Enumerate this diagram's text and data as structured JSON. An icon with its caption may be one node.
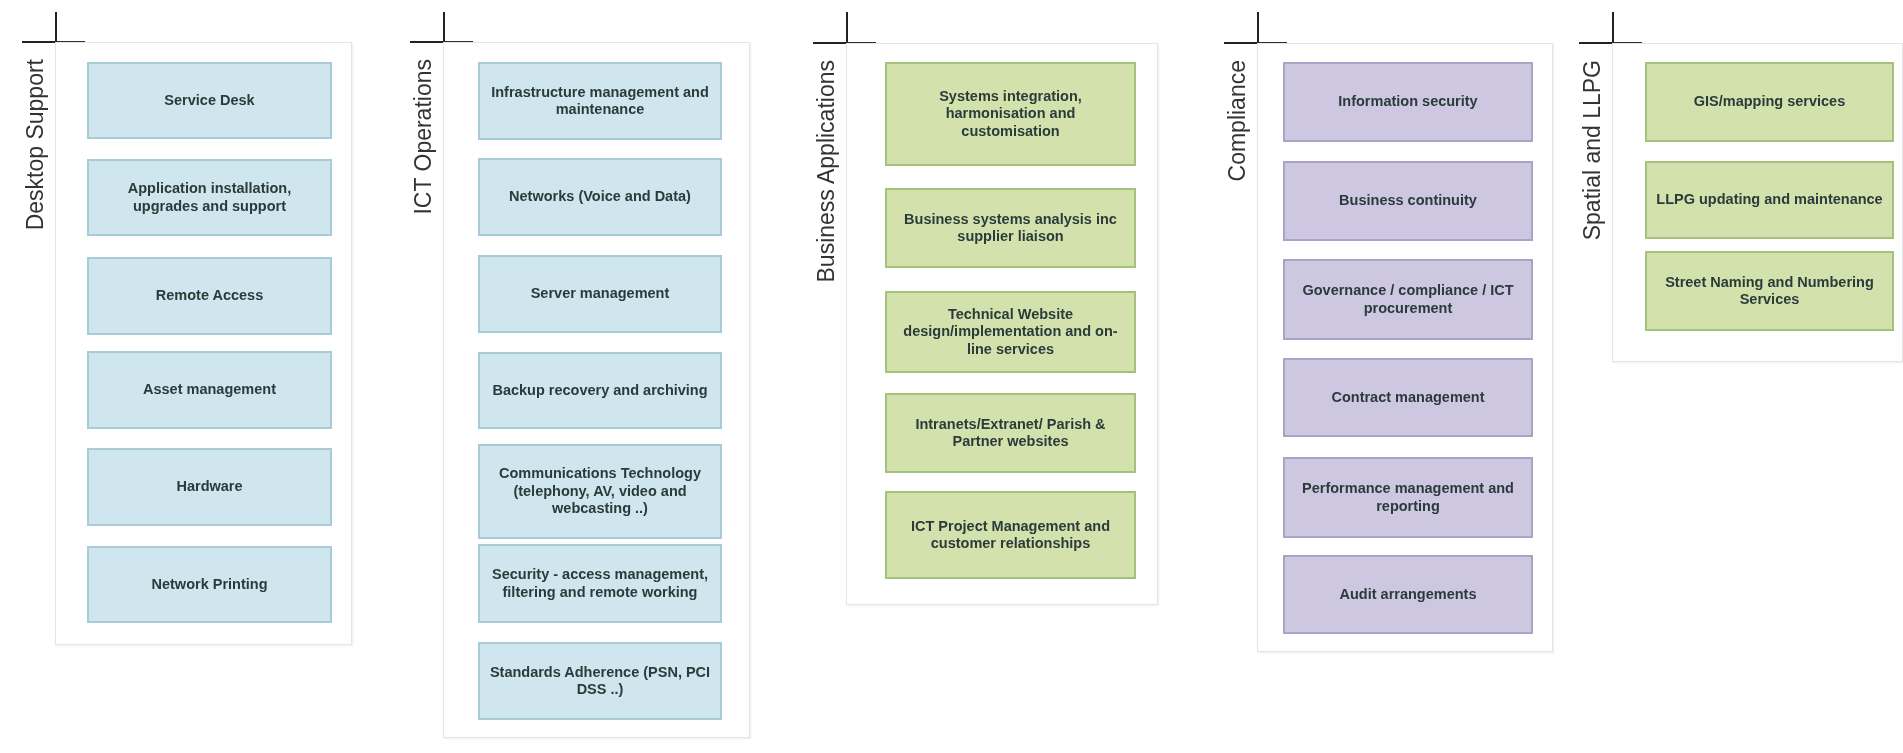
{
  "diagram": {
    "nodes": [
      {
        "text": [
          "Desktop Support"
        ]
      },
      {
        "text": [
          "Service Desk"
        ],
        "in": 0
      },
      {
        "text": [
          "Application installation, upgrades and support"
        ],
        "in": 0
      },
      {
        "text": [
          "Remote Access"
        ],
        "in": 0
      },
      {
        "text": [
          "Asset management"
        ],
        "in": 0
      },
      {
        "text": [
          "Hardware"
        ],
        "in": 0
      },
      {
        "text": [
          "Network Printing"
        ],
        "in": 0
      },
      {
        "text": [
          "ICT Operations"
        ]
      },
      {
        "text": [
          "Infrastructure management and maintenance"
        ],
        "in": 7
      },
      {
        "text": [
          "Networks (Voice and Data)"
        ],
        "in": 7
      },
      {
        "text": [
          "Server management"
        ],
        "in": 7
      },
      {
        "text": [
          "Backup recovery and archiving"
        ],
        "in": 7
      },
      {
        "text": [
          "Communications Technology (telephony, AV, video and webcasting ..)"
        ],
        "in": 7
      },
      {
        "text": [
          "Security - access management, filtering and remote working"
        ],
        "in": 7
      },
      {
        "text": [
          "Standards Adherence (PSN, PCI DSS ..)"
        ],
        "in": 7
      },
      {
        "text": [
          "Business Applications"
        ]
      },
      {
        "text": [
          "Systems integration, harmonisation and customisation"
        ],
        "in": 15
      },
      {
        "text": [
          "Business systems analysis inc supplier liaison"
        ],
        "in": 15
      },
      {
        "text": [
          "Technical Website design/implementation and on-line services"
        ],
        "in": 15
      },
      {
        "text": [
          "Intranets/Extranet/ Parish & Partner websites"
        ],
        "in": 15
      },
      {
        "text": [
          "ICT Project Management and customer relationships"
        ],
        "in": 15
      },
      {
        "text": [
          "Compliance"
        ]
      },
      {
        "text": [
          "Information security"
        ],
        "in": 21
      },
      {
        "text": [
          "Business continuity"
        ],
        "in": 21
      },
      {
        "text": [
          "Governance / compliance / ICT procurement"
        ],
        "in": 21
      },
      {
        "text": [
          "Contract management"
        ],
        "in": 21
      },
      {
        "text": [
          "Performance management and reporting"
        ],
        "in": 21
      },
      {
        "text": [
          "Audit arrangements"
        ],
        "in": 21
      },
      {
        "text": [
          "Spatial and LLPG"
        ]
      },
      {
        "text": [
          "GIS/mapping services"
        ],
        "in": 28
      },
      {
        "text": [
          "LLPG updating and maintenance"
        ],
        "in": 28
      },
      {
        "text": [
          "Street Naming and Numbering Services"
        ],
        "in": 28
      }
    ]
  }
}
